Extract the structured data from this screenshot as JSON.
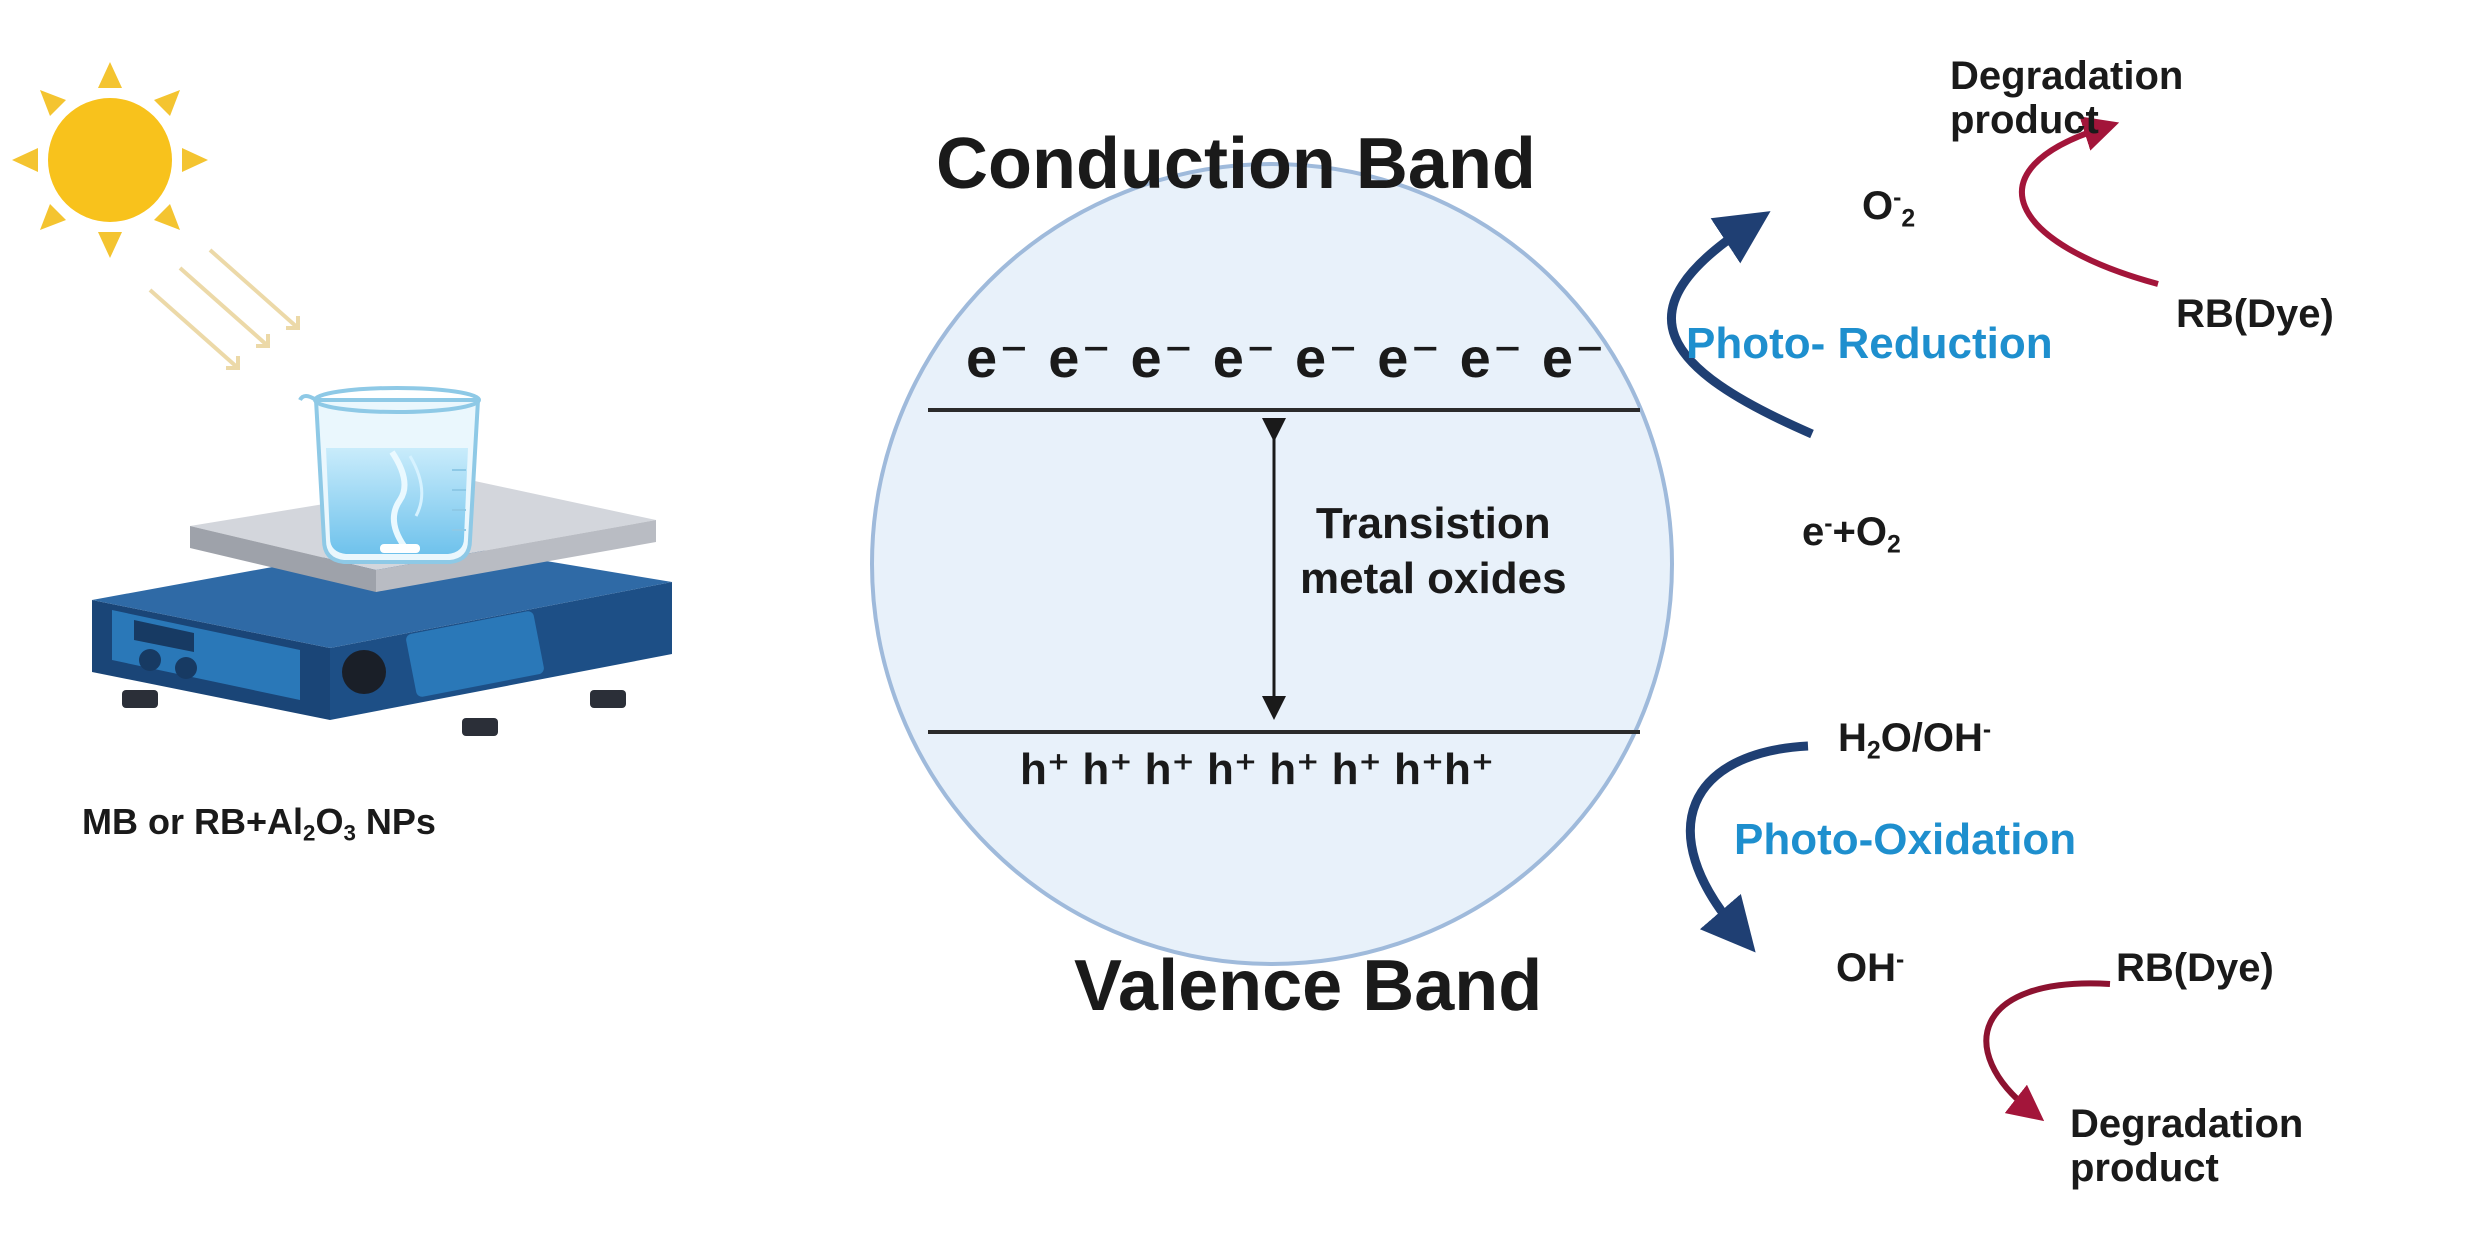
{
  "diagram": {
    "conduction_band": "Conduction Band",
    "valence_band": "Valence Band",
    "electrons": "e⁻ e⁻ e⁻ e⁻ e⁻ e⁻ e⁻ e⁻",
    "holes": "h⁺ h⁺ h⁺ h⁺ h⁺ h⁺ h⁺h⁺",
    "center_label_line1": "Transistion",
    "center_label_line2": "metal oxides",
    "setup_caption_pre": "MB or RB+Al",
    "setup_caption_sub1": "2",
    "setup_caption_mid": "O",
    "setup_caption_sub2": "3",
    "setup_caption_post": " NPs",
    "reduction": {
      "process": "Photo- Reduction",
      "reactant_e": "e",
      "reactant_e_sup": "-",
      "reactant_plus": "+O",
      "reactant_sub": "2",
      "radical": "O",
      "radical_sup": "-",
      "radical_sub": "2",
      "dye": "RB(Dye)",
      "product_line1": "Degradation",
      "product_line2": "product"
    },
    "oxidation": {
      "process": "Photo-Oxidation",
      "reactant_pre": "H",
      "reactant_sub": "2",
      "reactant_post": "O/OH",
      "reactant_sup": "-",
      "radical": "OH",
      "radical_sup": "-",
      "dye": "RB(Dye)",
      "product_line1": "Degradation",
      "product_line2": "product"
    },
    "colors": {
      "sun": "#f8c21c",
      "sun_ray": "#f4c430",
      "light_beam": "#ecd9a8",
      "band_circle": "#e8f1fa",
      "band_circle_border": "#9fbadb",
      "process_text": "#1e8fce",
      "curve_navy": "#1f3f73",
      "curve_crimson": "#a3153a",
      "stirrer_body": "#1d4f86",
      "stirrer_plate": "#b9bcc3",
      "beaker_water": "#9fd6f3"
    }
  }
}
